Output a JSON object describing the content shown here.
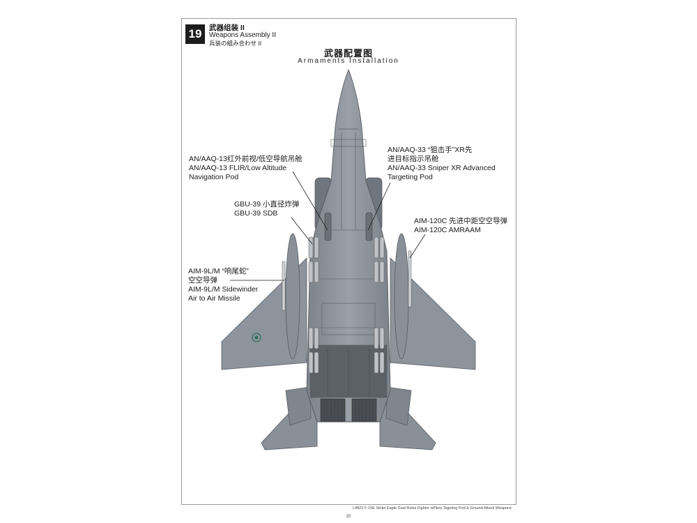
{
  "step": {
    "number": "19",
    "title_cn": "武器组装 II",
    "title_en": "Weapons Assembly II",
    "title_jp": "兵装の組み合わせ II"
  },
  "section": {
    "title_cn": "武器配置图",
    "title_en": "Armaments Installation"
  },
  "callouts": {
    "aaq13": [
      "AN/AAQ-13红外前视/低空导航吊舱",
      "AN/AAQ-13 FLIR/Low Altitude",
      "Navigation Pod"
    ],
    "aaq33": [
      "AN/AAQ-33 “狙击手”XR先",
      "进目标指示吊舱",
      "AN/AAQ-33 Sniper XR Advanced",
      "Targeting Pod"
    ],
    "gbu39": [
      "GBU-39 小直径炸弹",
      "GBU-39 SDB"
    ],
    "aim120": [
      "AIM-120C 先进中距空空导弹",
      "AIM-120C AMRAAM"
    ],
    "aim9": [
      "AIM-9L/M “响尾蛇”",
      "空空导弹",
      "AIM-9L/M Sidewinder",
      "Air to Air Missile"
    ]
  },
  "footer": {
    "text": "L4822 F-15E Strike Eagle Dual Roles Fighter w/New Tageting Pod & Ground Attack Weapons",
    "page": "20"
  },
  "colors": {
    "aircraft": "#8e949c",
    "aircraft_dark": "#5c6168",
    "panel_line": "#555a60"
  }
}
